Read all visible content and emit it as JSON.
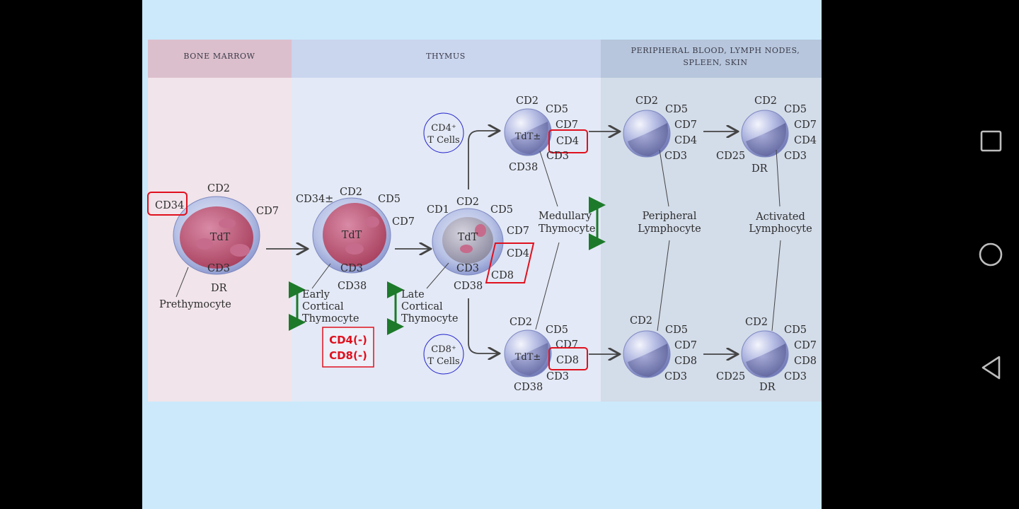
{
  "headers": {
    "bone_marrow": "BONE MARROW",
    "thymus": "THYMUS",
    "peripheral_line1": "PERIPHERAL BLOOD, LYMPH NODES,",
    "peripheral_line2": "SPLEEN, SKIN"
  },
  "prethymocyte": {
    "name": "Prethymocyte",
    "cd34": "CD34",
    "cd2": "CD2",
    "cd7": "CD7",
    "nucleus": "TdT",
    "cd3": "CD3",
    "dr": "DR"
  },
  "early_cortical": {
    "name_line1": "Early",
    "name_line2": "Cortical",
    "name_line3": "Thymocyte",
    "cd34pm": "CD34±",
    "cd2": "CD2",
    "cd5": "CD5",
    "cd7": "CD7",
    "nucleus": "TdT",
    "cd3": "CD3",
    "cd38": "CD38",
    "note_line1": "CD4(-)",
    "note_line2": "CD8(-)"
  },
  "late_cortical": {
    "name_line1": "Late",
    "name_line2": "Cortical",
    "name_line3": "Thymocyte",
    "cd1": "CD1",
    "cd2": "CD2",
    "cd5": "CD5",
    "cd7": "CD7",
    "nucleus": "TdT",
    "cd4": "CD4",
    "cd8": "CD8",
    "cd3": "CD3",
    "cd38": "CD38"
  },
  "cd4_tcells": {
    "line1": "CD4⁺",
    "line2": "T Cells"
  },
  "cd8_tcells": {
    "line1": "CD8⁺",
    "line2": "T Cells"
  },
  "medullary_cd4": {
    "cd2": "CD2",
    "cd5": "CD5",
    "cd7": "CD7",
    "cd4": "CD4",
    "cd3": "CD3",
    "cd38": "CD38",
    "nucleus": "TdT±"
  },
  "medullary_cd8": {
    "cd2": "CD2",
    "cd5": "CD5",
    "cd7": "CD7",
    "cd8": "CD8",
    "cd3": "CD3",
    "cd38": "CD38",
    "nucleus": "TdT±"
  },
  "medullary_label": {
    "line1": "Medullary",
    "line2": "Thymocyte"
  },
  "peripheral_cd4": {
    "cd2": "CD2",
    "cd5": "CD5",
    "cd7": "CD7",
    "cd4": "CD4",
    "cd3": "CD3"
  },
  "peripheral_cd8": {
    "cd2": "CD2",
    "cd5": "CD5",
    "cd7": "CD7",
    "cd8": "CD8",
    "cd3": "CD3"
  },
  "peripheral_label": {
    "line1": "Peripheral",
    "line2": "Lymphocyte"
  },
  "activated_cd4": {
    "cd2": "CD2",
    "cd5": "CD5",
    "cd7": "CD7",
    "cd4": "CD4",
    "cd25": "CD25",
    "cd3": "CD3",
    "dr": "DR"
  },
  "activated_cd8": {
    "cd2": "CD2",
    "cd5": "CD5",
    "cd7": "CD7",
    "cd8": "CD8",
    "cd25": "CD25",
    "cd3": "CD3",
    "dr": "DR"
  },
  "activated_label": {
    "line1": "Activated",
    "line2": "Lymphocyte"
  },
  "colors": {
    "bone_marrow_bg": "#f1e4ea",
    "thymus_bg": "#e3e9f6",
    "peripheral_bg": "#d3dce9",
    "highlight_red": "#e0101e",
    "marker_green": "#1c7a2a",
    "circle_blue": "#2222cc"
  },
  "navbar": {
    "recents": "square-icon",
    "home": "circle-icon",
    "back": "triangle-back-icon"
  }
}
